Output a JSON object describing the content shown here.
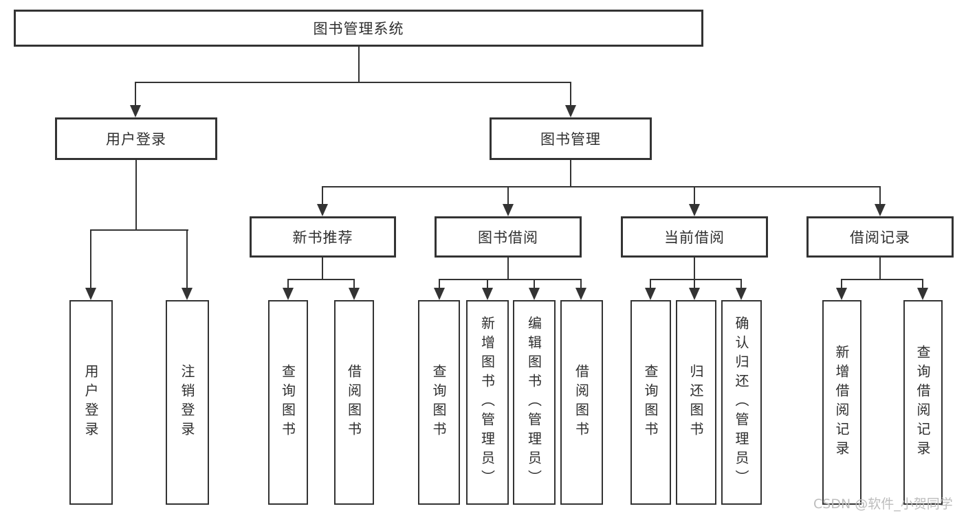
{
  "diagram": {
    "root": {
      "label": "图书管理系统"
    },
    "level2": {
      "user_login": {
        "label": "用户登录"
      },
      "book_mgmt": {
        "label": "图书管理"
      }
    },
    "level3": {
      "new_book_rec": {
        "label": "新书推荐"
      },
      "book_borrow": {
        "label": "图书借阅"
      },
      "current_borrow": {
        "label": "当前借阅"
      },
      "borrow_record": {
        "label": "借阅记录"
      }
    },
    "leaves": {
      "user_login_leaf": {
        "label": "用户登录"
      },
      "logout_leaf": {
        "label": "注销登录"
      },
      "rec_query_books": {
        "label": "查询图书"
      },
      "rec_borrow_books": {
        "label": "借阅图书"
      },
      "bb_query_books": {
        "label": "查询图书"
      },
      "bb_add_books": {
        "label": "新增图书（管理员）"
      },
      "bb_edit_books": {
        "label": "编辑图书（管理员）"
      },
      "bb_borrow_books": {
        "label": "借阅图书"
      },
      "cb_query_books": {
        "label": "查询图书"
      },
      "cb_return_books": {
        "label": "归还图书"
      },
      "cb_confirm_return": {
        "label": "确认归还（管理员）"
      },
      "br_add_record": {
        "label": "新增借阅记录"
      },
      "br_query_record": {
        "label": "查询借阅记录"
      }
    }
  },
  "watermark": {
    "text": "CSDN @软件_小贺同学",
    "color": "#bdbdbd"
  },
  "colors": {
    "line": "#333333",
    "text": "#2f2f2f",
    "background": "#ffffff"
  }
}
